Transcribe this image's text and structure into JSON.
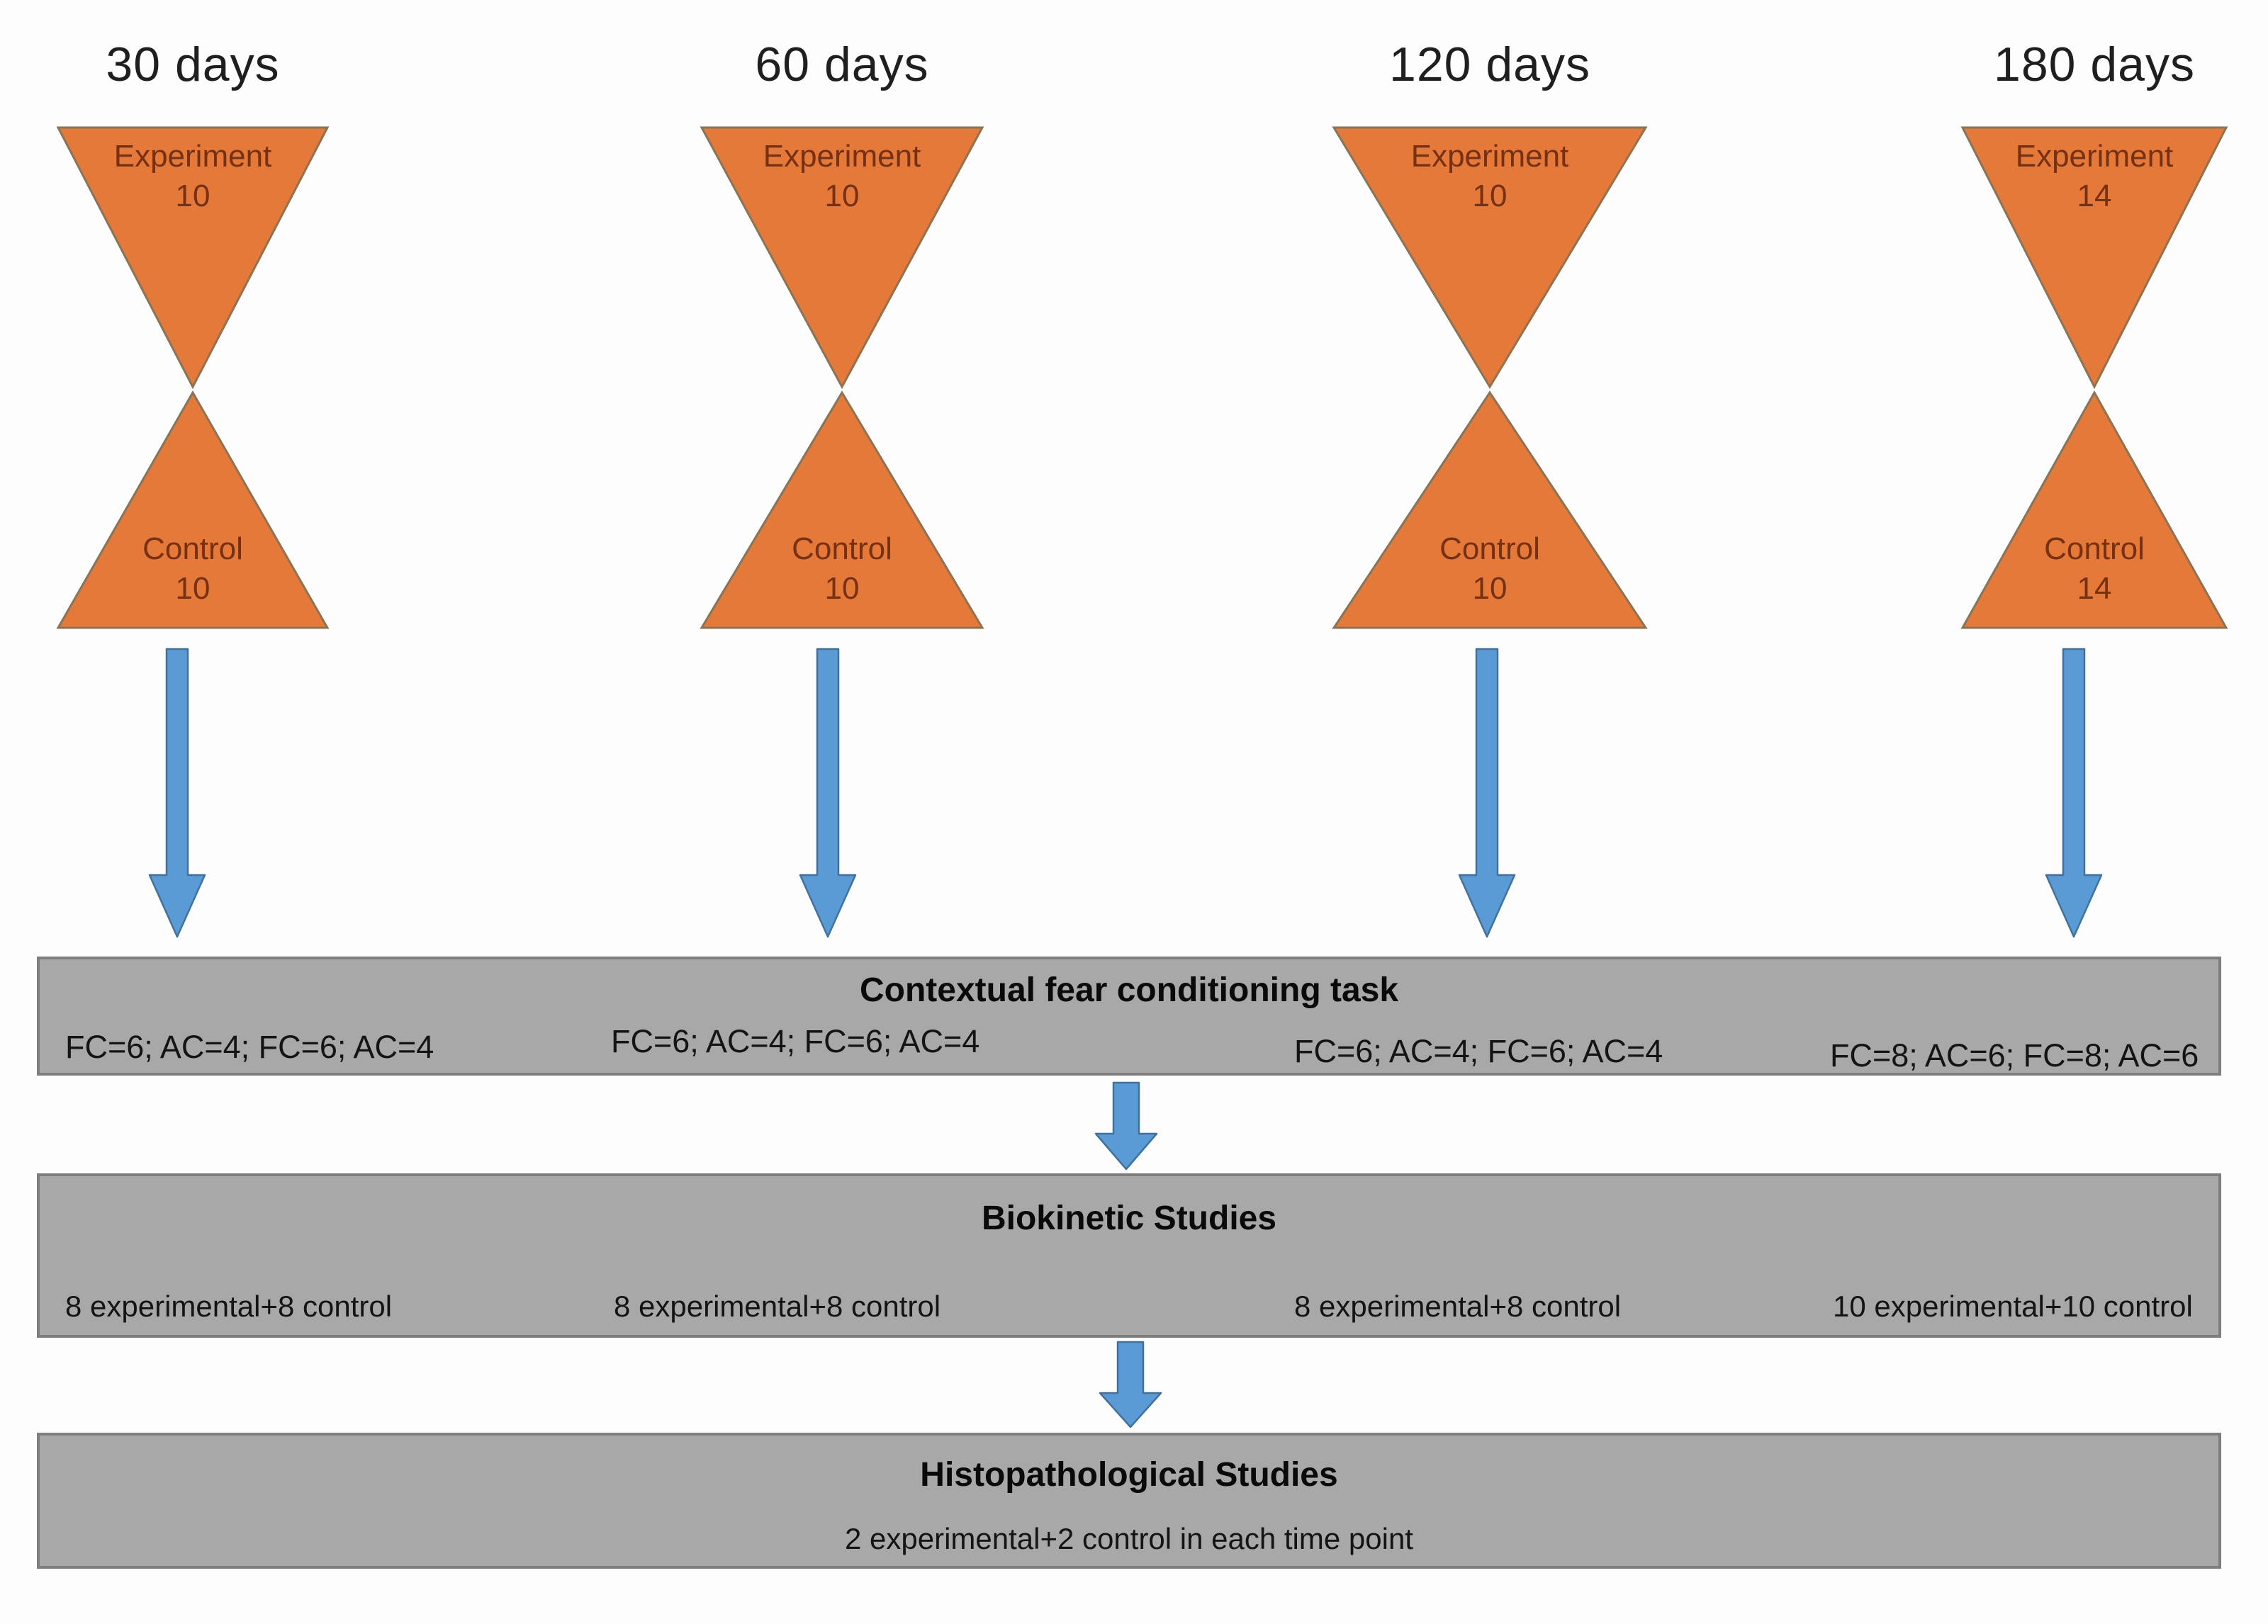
{
  "diagram": {
    "columns": [
      {
        "header": "30 days",
        "experiment": {
          "label": "Experiment",
          "count": "10"
        },
        "control": {
          "label": "Control",
          "count": "10"
        },
        "fear_conditioning": "FC=6; AC=4; FC=6; AC=4",
        "biokinetic": "8 experimental+8 control"
      },
      {
        "header": "60 days",
        "experiment": {
          "label": "Experiment",
          "count": "10"
        },
        "control": {
          "label": "Control",
          "count": "10"
        },
        "fear_conditioning": "FC=6; AC=4; FC=6; AC=4",
        "biokinetic": "8 experimental+8 control"
      },
      {
        "header": "120 days",
        "experiment": {
          "label": "Experiment",
          "count": "10"
        },
        "control": {
          "label": "Control",
          "count": "10"
        },
        "fear_conditioning": "FC=6; AC=4; FC=6; AC=4",
        "biokinetic": "8 experimental+8 control"
      },
      {
        "header": "180 days",
        "experiment": {
          "label": "Experiment",
          "count": "14"
        },
        "control": {
          "label": "Control",
          "count": "14"
        },
        "fear_conditioning": "FC=8; AC=6; FC=8; AC=6",
        "biokinetic": "10 experimental+10 control"
      }
    ],
    "boxes": [
      {
        "title": "Contextual fear conditioning task"
      },
      {
        "title": "Biokinetic Studies"
      },
      {
        "title": "Histopathological Studies",
        "note": "2 experimental+2 control in each time point"
      }
    ],
    "colors": {
      "triangle_fill": "#E5793A",
      "triangle_outline": "#8B7355",
      "triangle_text": "#763012",
      "arrow_fill": "#5B9BD5",
      "arrow_outline": "#41719C",
      "box_fill": "#A8A8A8",
      "box_border": "#7E7E7E",
      "text": "#141414"
    }
  }
}
